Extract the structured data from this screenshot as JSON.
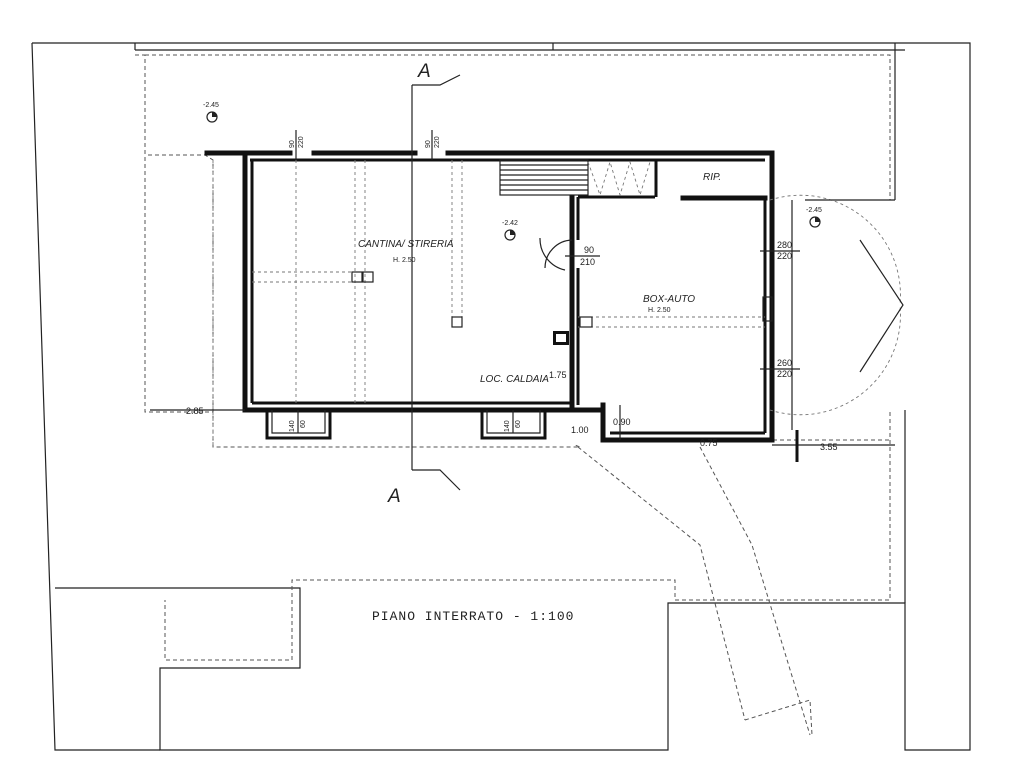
{
  "drawing": {
    "title": "PIANO INTERRATO  -  1:100",
    "section_mark": "A"
  },
  "rooms": {
    "cantina": {
      "name": "CANTINA/ STIRERIA",
      "height": "H. 2.50"
    },
    "box": {
      "name": "BOX-AUTO",
      "height": "H. 2.50"
    },
    "caldaia": {
      "name": "LOC. CALDAIA"
    },
    "rip": {
      "name": "RIP."
    }
  },
  "dimensions": {
    "w1_top": "90",
    "w1_bottom": "220",
    "w2_top": "90",
    "w2_bottom": "220",
    "door_top": "90",
    "door_bottom": "210",
    "gate1_top": "280",
    "gate1_bottom": "220",
    "gate2_top": "260",
    "gate2_bottom": "220",
    "sill1_a": "140",
    "sill1_b": "60",
    "sill2_a": "140",
    "sill2_b": "60",
    "left_offset": "2.85",
    "caldaia_dim": "1.75",
    "step_a": "1.00",
    "step_b": "0.90",
    "step_c": "0.75",
    "right_offset": "3.55"
  },
  "levels": {
    "l1": "-2.45",
    "l2": "-2.42",
    "l3": "-2.45"
  }
}
